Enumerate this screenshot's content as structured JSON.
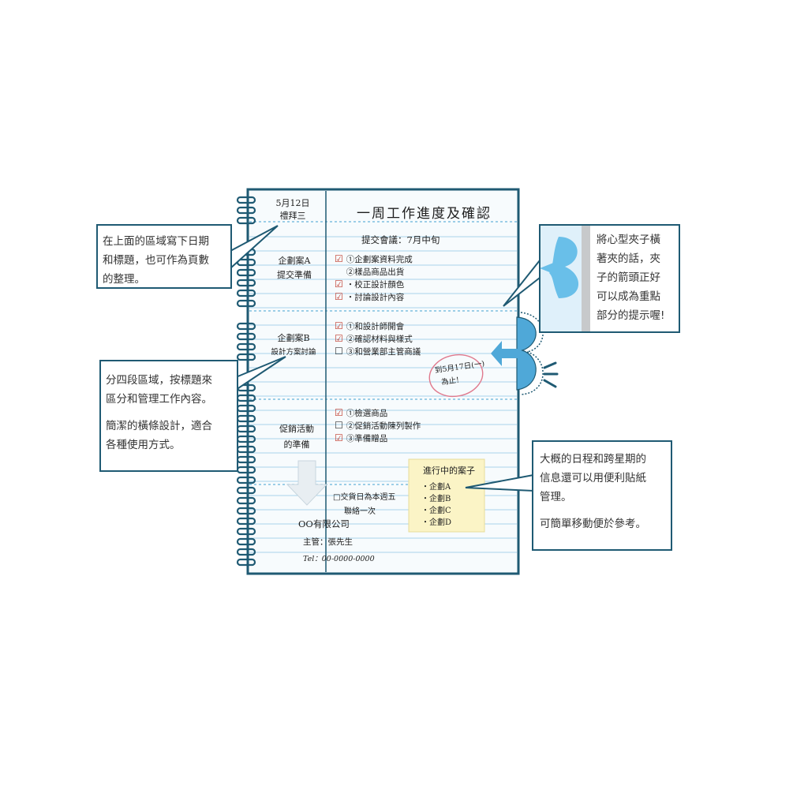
{
  "colors": {
    "frame": "#1f5a73",
    "ruled_line": "#a9d3ea",
    "dashed_line": "#7fbfe0",
    "sticky_note": "#fbf4c6",
    "check_red": "#c0392b",
    "heart_clip": "#4fa8d8",
    "circle_pink": "#e07a8e"
  },
  "notebook": {
    "header": {
      "date": "5月12日",
      "weekday": "禮拜三",
      "title": "一周工作進度及確認"
    },
    "sections": [
      {
        "label_lines": [
          "企劃案A",
          "提交準備"
        ],
        "heading": "提交會議：7月中旬",
        "tasks": [
          {
            "checked": true,
            "text": "①企劃案資料完成"
          },
          {
            "checked": false,
            "text": "②樣品商品出貨"
          },
          {
            "checked": true,
            "text": "・校正設計顏色"
          },
          {
            "checked": true,
            "text": "・討論設計內容"
          }
        ]
      },
      {
        "label_lines": [
          "企劃案B",
          "設計方案討論"
        ],
        "tasks": [
          {
            "checked": true,
            "text": "①和設計師開會"
          },
          {
            "checked": true,
            "text": "②確認材料與樣式"
          },
          {
            "checked": false,
            "text": "③和營業部主管商議"
          }
        ],
        "deadline_note": [
          "到5月17日(一)",
          "為止!"
        ]
      },
      {
        "label_lines": [
          "促銷活動",
          "的準備"
        ],
        "tasks": [
          {
            "checked": true,
            "text": "①檢選商品"
          },
          {
            "checked": false,
            "text": "②促銷活動陳列製作"
          },
          {
            "checked": true,
            "text": "③準備贈品"
          }
        ]
      },
      {
        "memo_lines": [
          "□交貨日為本週五",
          "聯絡一次"
        ],
        "contact": {
          "company": "OO有限公司",
          "manager": "主管：張先生",
          "tel": "Tel：00-0000-0000"
        }
      }
    ],
    "sticky_note": {
      "title": "進行中的案子",
      "items": [
        "・企劃A",
        "・企劃B",
        "・企劃C",
        "・企劃D"
      ]
    }
  },
  "callouts": {
    "top_left": [
      "在上面的區域寫下日期",
      "和標題，也可作為頁數",
      "的整理。"
    ],
    "mid_left": [
      "分四段區域，按標題來",
      "區分和管理工作內容。",
      "",
      "簡潔的橫條設計，適合",
      "各種使用方式。"
    ],
    "top_right": [
      "將心型夾子橫",
      "著夾的話，夾",
      "子的箭頭正好",
      "可以成為重點",
      "部分的提示喔!"
    ],
    "bottom_right": [
      "大概的日程和跨星期的",
      "信息還可以用便利貼紙",
      "管理。",
      "",
      "可簡單移動便於參考。"
    ]
  }
}
